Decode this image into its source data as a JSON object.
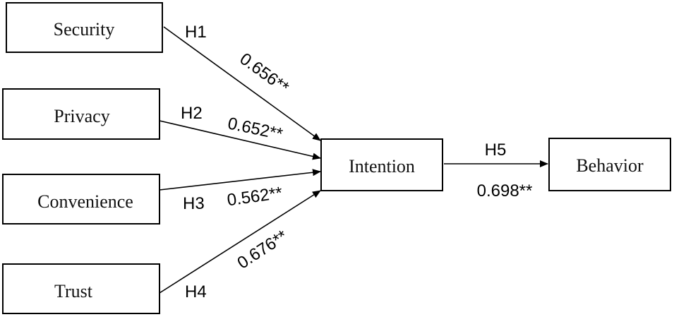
{
  "constructs": {
    "security": "Security",
    "privacy": "Privacy",
    "convenience": "Convenience",
    "trust": "Trust",
    "intention": "Intention",
    "behavior": "Behavior"
  },
  "paths": [
    {
      "from": "Security",
      "to": "Intention",
      "hypothesis": "H1",
      "coefficient": "0.656**"
    },
    {
      "from": "Privacy",
      "to": "Intention",
      "hypothesis": "H2",
      "coefficient": "0.652**"
    },
    {
      "from": "Convenience",
      "to": "Intention",
      "hypothesis": "H3",
      "coefficient": "0.562**"
    },
    {
      "from": "Trust",
      "to": "Intention",
      "hypothesis": "H4",
      "coefficient": "0.676**"
    },
    {
      "from": "Intention",
      "to": "Behavior",
      "hypothesis": "H5",
      "coefficient": "0.698**"
    }
  ]
}
